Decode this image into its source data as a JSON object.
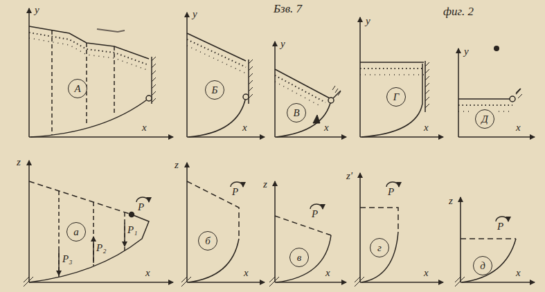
{
  "diagram": {
    "nodes": [
      {
        "text": [
          "А"
        ]
      },
      {
        "text": [
          "Б"
        ]
      },
      {
        "text": [
          "В"
        ]
      },
      {
        "text": [
          "Г"
        ]
      },
      {
        "text": [
          "Д"
        ]
      },
      {
        "text": [
          "а"
        ]
      },
      {
        "text": [
          "б"
        ]
      },
      {
        "text": [
          "в"
        ]
      },
      {
        "text": [
          "г"
        ]
      },
      {
        "text": [
          "д"
        ]
      }
    ],
    "edges": [],
    "labels": [
      "Бзв. 7",
      "фиг. 2",
      "y",
      "y",
      "y",
      "y",
      "y",
      "x",
      "x",
      "x",
      "x",
      "x",
      "z",
      "z",
      "z",
      "z'",
      "z",
      "x",
      "x",
      "x",
      "x",
      "x",
      "P₃",
      "P₂",
      "P₁",
      "P",
      "P",
      "P",
      "P",
      "P"
    ]
  }
}
